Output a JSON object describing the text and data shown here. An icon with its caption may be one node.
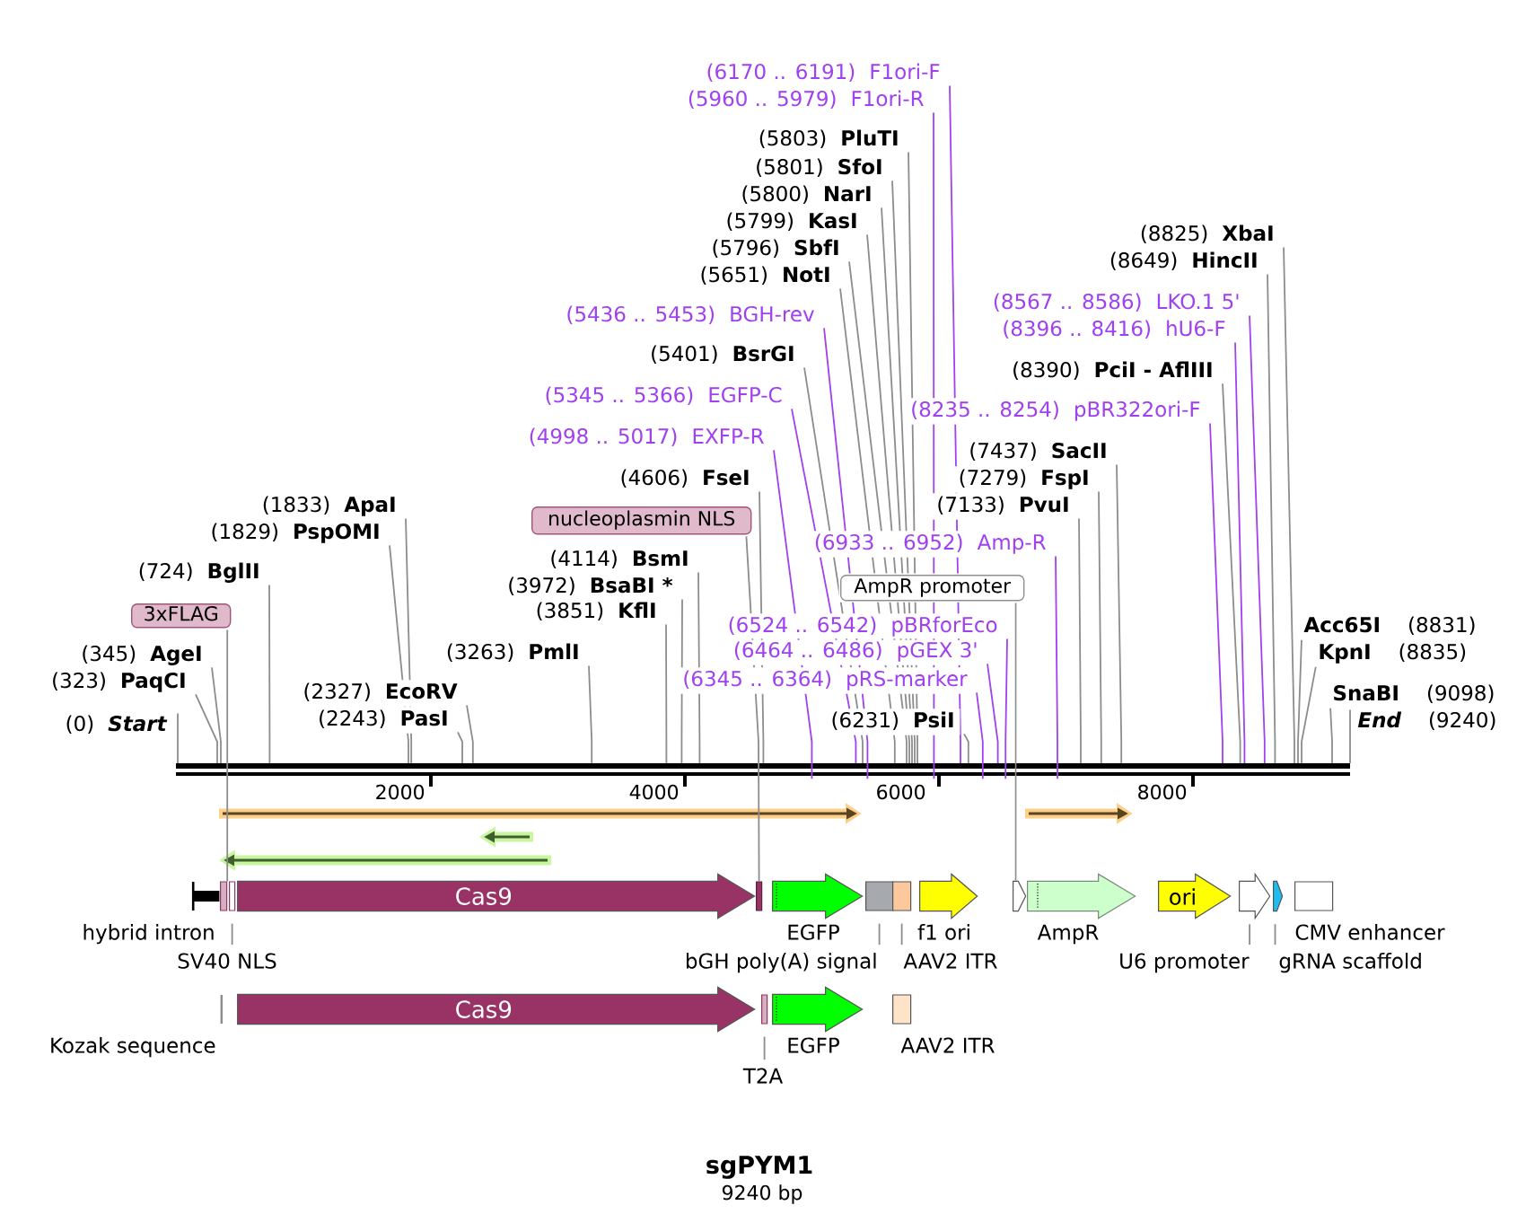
{
  "diagram": {
    "title": "sgPYM1",
    "nodes": [
      {
        "text": [
          "(6170 .. 6191)",
          "F1ori-F"
        ]
      },
      {
        "text": [
          "(5960 .. 5979)",
          "F1ori-R"
        ]
      },
      {
        "text": [
          "(5803)",
          "PluTI"
        ]
      },
      {
        "text": [
          "(5801)",
          "SfoI"
        ]
      },
      {
        "text": [
          "(5800)",
          "NarI"
        ]
      },
      {
        "text": [
          "(5799)",
          "KasI"
        ]
      },
      {
        "text": [
          "(8825)",
          "XbaI"
        ]
      },
      {
        "text": [
          "(5796)",
          "SbfI"
        ]
      },
      {
        "text": [
          "(8649)",
          "HincII"
        ]
      },
      {
        "text": [
          "(5651)",
          "NotI"
        ]
      },
      {
        "text": [
          "(8567 .. 8586)",
          "LKO.1 5'"
        ]
      },
      {
        "text": [
          "(5436 .. 5453)",
          "BGH-rev"
        ]
      },
      {
        "text": [
          "(8396 .. 8416)",
          "hU6-F"
        ]
      },
      {
        "text": [
          "(5401)",
          "BsrGI"
        ]
      },
      {
        "text": [
          "(8390)",
          "PciI - AflIII"
        ]
      },
      {
        "text": [
          "(5345 .. 5366)",
          "EGFP-C"
        ]
      },
      {
        "text": [
          "(8235 .. 8254)",
          "pBR322ori-F"
        ]
      },
      {
        "text": [
          "(4998 .. 5017)",
          "EXFP-R"
        ]
      },
      {
        "text": [
          "(7437)",
          "SacII"
        ]
      },
      {
        "text": [
          "(4606)",
          "FseI"
        ]
      },
      {
        "text": [
          "(7279)",
          "FspI"
        ]
      },
      {
        "text": [
          "(1833)",
          "ApaI"
        ]
      },
      {
        "text": [
          "(7133)",
          "PvuI"
        ]
      },
      {
        "text": [
          "nucleoplasmin NLS"
        ]
      },
      {
        "text": [
          "(1829)",
          "PspOMI"
        ]
      },
      {
        "text": [
          "(6933 .. 6952)",
          "Amp-R"
        ]
      },
      {
        "text": [
          "(4114)",
          "BsmI"
        ]
      },
      {
        "text": [
          "(724)",
          "BglII"
        ]
      },
      {
        "text": [
          "AmpR promoter"
        ]
      },
      {
        "text": [
          "(3972)",
          "BsaBI *"
        ]
      },
      {
        "text": [
          "3xFLAG"
        ]
      },
      {
        "text": [
          "(3851)",
          "KflI"
        ]
      },
      {
        "text": [
          "(6524 .. 6542)",
          "pBRforEco"
        ]
      },
      {
        "text": [
          "Acc65I",
          "(8831)"
        ]
      },
      {
        "text": [
          "(6464 .. 6486)",
          "pGEX 3'"
        ]
      },
      {
        "text": [
          "(3263)",
          "PmlI"
        ]
      },
      {
        "text": [
          "(345)",
          "AgeI"
        ]
      },
      {
        "text": [
          "KpnI",
          "(8835)"
        ]
      },
      {
        "text": [
          "(6345 .. 6364)",
          "pRS-marker"
        ]
      },
      {
        "text": [
          "(323)",
          "PaqCI"
        ]
      },
      {
        "text": [
          "(2327)",
          "EcoRV"
        ]
      },
      {
        "text": [
          "SnaBI",
          "(9098)"
        ]
      },
      {
        "text": [
          "(2243)",
          "PasI"
        ]
      },
      {
        "text": [
          "(6231)",
          "PsiI"
        ]
      },
      {
        "text": [
          "(0)",
          "Start"
        ]
      },
      {
        "text": [
          "End",
          "(9240)"
        ]
      },
      {
        "text": [],
        "shape": "bar",
        "beside": [
          "hybrid intron"
        ]
      },
      {
        "text": [],
        "shape": "box"
      },
      {
        "text": [],
        "shape": "box"
      },
      {
        "text": [
          "Cas9"
        ]
      },
      {
        "text": [],
        "shape": "box"
      },
      {
        "text": [],
        "shape": "arrow",
        "beside": [
          "EGFP"
        ]
      },
      {
        "text": [],
        "shape": "box"
      },
      {
        "text": [],
        "shape": "box"
      },
      {
        "text": [],
        "shape": "arrow",
        "beside": [
          "f1 ori"
        ]
      },
      {
        "text": [],
        "shape": "arrow"
      },
      {
        "text": [],
        "shape": "arrow",
        "beside": [
          "AmpR"
        ]
      },
      {
        "text": [
          "ori"
        ]
      },
      {
        "text": [],
        "shape": "arrow"
      },
      {
        "text": [],
        "shape": "arrow"
      },
      {
        "text": [],
        "shape": "box",
        "beside": [
          "CMV enhancer"
        ]
      },
      {
        "text": [
          "SV40 NLS"
        ]
      },
      {
        "text": [
          "bGH poly(A) signal"
        ]
      },
      {
        "text": [
          "AAV2 ITR"
        ]
      },
      {
        "text": [
          "U6 promoter"
        ]
      },
      {
        "text": [
          "gRNA scaffold"
        ]
      },
      {
        "text": [],
        "shape": "bar",
        "beside": [
          "Kozak sequence"
        ]
      },
      {
        "text": [
          "Cas9"
        ]
      },
      {
        "text": [],
        "shape": "box"
      },
      {
        "text": [],
        "shape": "arrow",
        "beside": [
          "EGFP"
        ]
      },
      {
        "text": [],
        "shape": "box",
        "beside": [
          "AAV2 ITR"
        ]
      },
      {
        "text": [
          "T2A"
        ]
      },
      {
        "text": [],
        "shape": "bar"
      }
    ],
    "edges": [
      {
        "from": 0,
        "to": 72,
        "arrow": "none",
        "color": "#a040f0"
      },
      {
        "from": 1,
        "to": 72,
        "arrow": "none",
        "color": "#a040f0"
      },
      {
        "from": 2,
        "to": 72,
        "arrow": "none"
      },
      {
        "from": 3,
        "to": 72,
        "arrow": "none"
      },
      {
        "from": 4,
        "to": 72,
        "arrow": "none"
      },
      {
        "from": 5,
        "to": 72,
        "arrow": "none"
      },
      {
        "from": 6,
        "to": 72,
        "arrow": "none"
      },
      {
        "from": 7,
        "to": 72,
        "arrow": "none"
      },
      {
        "from": 8,
        "to": 72,
        "arrow": "none"
      },
      {
        "from": 9,
        "to": 72,
        "arrow": "none"
      },
      {
        "from": 10,
        "to": 72,
        "arrow": "none",
        "color": "#a040f0"
      },
      {
        "from": 11,
        "to": 72,
        "arrow": "none",
        "color": "#a040f0"
      },
      {
        "from": 12,
        "to": 72,
        "arrow": "none",
        "color": "#a040f0"
      },
      {
        "from": 13,
        "to": 72,
        "arrow": "none"
      },
      {
        "from": 14,
        "to": 72,
        "arrow": "none"
      },
      {
        "from": 15,
        "to": 72,
        "arrow": "none",
        "color": "#a040f0"
      },
      {
        "from": 16,
        "to": 72,
        "arrow": "none",
        "color": "#a040f0"
      },
      {
        "from": 17,
        "to": 72,
        "arrow": "none",
        "color": "#a040f0"
      },
      {
        "from": 18,
        "to": 72,
        "arrow": "none"
      },
      {
        "from": 19,
        "to": 72,
        "arrow": "none"
      },
      {
        "from": 20,
        "to": 72,
        "arrow": "none"
      },
      {
        "from": 21,
        "to": 72,
        "arrow": "none"
      },
      {
        "from": 22,
        "to": 72,
        "arrow": "none"
      },
      {
        "from": 24,
        "to": 72,
        "arrow": "none"
      },
      {
        "from": 25,
        "to": 72,
        "arrow": "none",
        "color": "#a040f0"
      },
      {
        "from": 26,
        "to": 72,
        "arrow": "none"
      },
      {
        "from": 27,
        "to": 72,
        "arrow": "none"
      },
      {
        "from": 29,
        "to": 72,
        "arrow": "none"
      },
      {
        "from": 31,
        "to": 72,
        "arrow": "none"
      },
      {
        "from": 32,
        "to": 72,
        "arrow": "none",
        "color": "#a040f0"
      },
      {
        "from": 33,
        "to": 72,
        "arrow": "none"
      },
      {
        "from": 34,
        "to": 72,
        "arrow": "none",
        "color": "#a040f0"
      },
      {
        "from": 35,
        "to": 72,
        "arrow": "none"
      },
      {
        "from": 36,
        "to": 72,
        "arrow": "none"
      },
      {
        "from": 37,
        "to": 72,
        "arrow": "none"
      },
      {
        "from": 38,
        "to": 72,
        "arrow": "none",
        "color": "#a040f0"
      },
      {
        "from": 39,
        "to": 72,
        "arrow": "none"
      },
      {
        "from": 40,
        "to": 72,
        "arrow": "none"
      },
      {
        "from": 41,
        "to": 72,
        "arrow": "none"
      },
      {
        "from": 42,
        "to": 72,
        "arrow": "none"
      },
      {
        "from": 43,
        "to": 72,
        "arrow": "none"
      },
      {
        "from": 44,
        "to": 72,
        "arrow": "none"
      },
      {
        "from": 45,
        "to": 72,
        "arrow": "none"
      },
      {
        "from": 23,
        "to": 50,
        "arrow": "none"
      },
      {
        "from": 28,
        "to": 55,
        "arrow": "none"
      },
      {
        "from": 30,
        "to": 47,
        "arrow": "none"
      },
      {
        "from": 61,
        "to": 48,
        "arrow": "none"
      },
      {
        "from": 62,
        "to": 52,
        "arrow": "none"
      },
      {
        "from": 63,
        "to": 53,
        "arrow": "none"
      },
      {
        "from": 64,
        "to": 58,
        "arrow": "none"
      },
      {
        "from": 65,
        "to": 59,
        "arrow": "none"
      },
      {
        "from": 71,
        "to": 68,
        "arrow": "none"
      }
    ],
    "labels": [
      "2000",
      "4000",
      "6000",
      "8000",
      "9240 bp"
    ]
  }
}
